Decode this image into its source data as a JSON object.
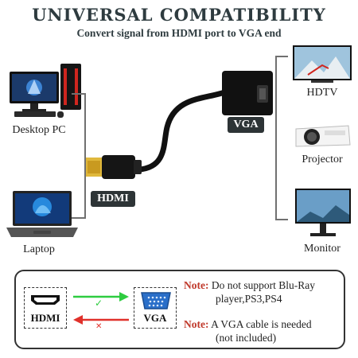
{
  "header": {
    "title": "UNIVERSAL COMPATIBILITY",
    "subtitle": "Convert signal from HDMI port to VGA end"
  },
  "left_devices": [
    {
      "label": "Desktop PC",
      "icon": "desktop-pc-icon"
    },
    {
      "label": "Laptop",
      "icon": "laptop-icon"
    }
  ],
  "right_devices": [
    {
      "label": "HDTV",
      "icon": "hdtv-icon"
    },
    {
      "label": "Projector",
      "icon": "projector-icon"
    },
    {
      "label": "Monitor",
      "icon": "monitor-icon"
    }
  ],
  "adapter": {
    "input_label": "HDMI",
    "output_label": "VGA"
  },
  "notes": {
    "port_in": "HDMI",
    "port_out": "VGA",
    "check_symbol": "✓",
    "cross_symbol": "✕",
    "items": [
      {
        "key": "Note:",
        "line1": "Do not support Blu-Ray",
        "line2": "player,PS3,PS4"
      },
      {
        "key": "Note:",
        "line1": "A VGA cable is needed",
        "line2": "(not included)"
      }
    ]
  },
  "colors": {
    "forward_arrow": "#2ecc40",
    "reverse_arrow": "#e0312b",
    "note_key": "#c0392b",
    "tag_bg": "#2d3436"
  }
}
